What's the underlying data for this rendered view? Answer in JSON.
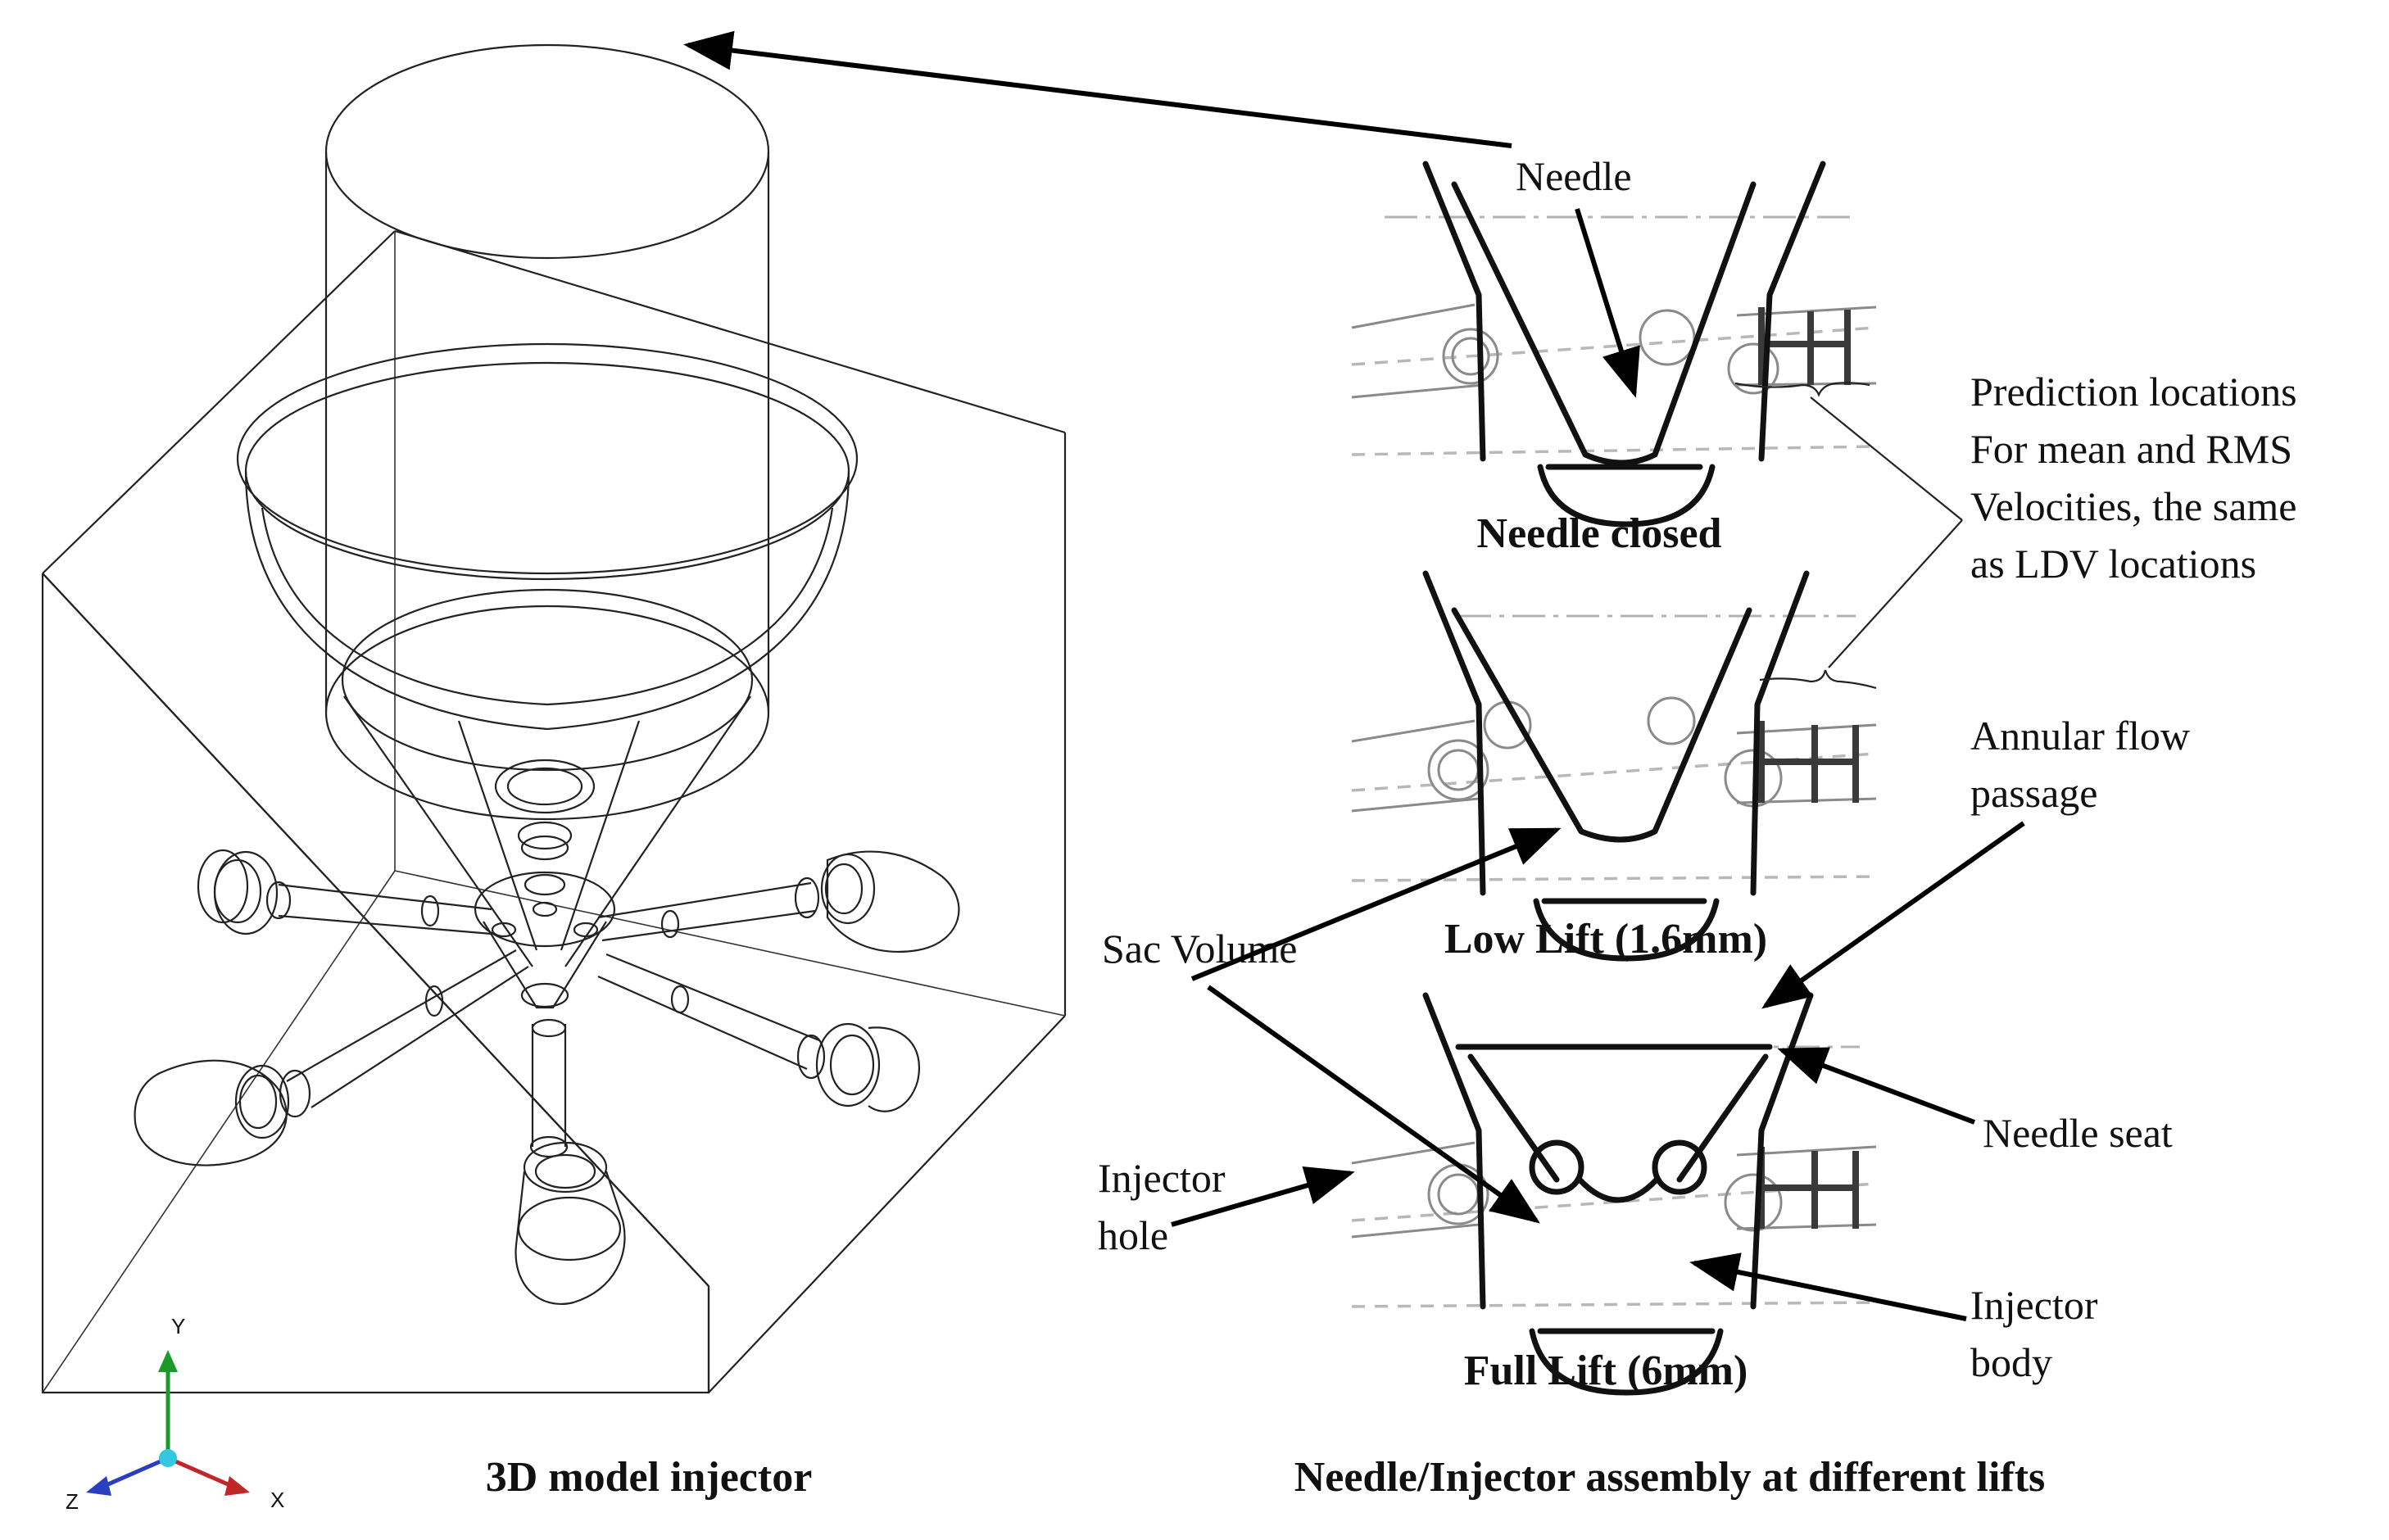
{
  "labels": {
    "needle": "Needle",
    "prediction": [
      "Prediction locations",
      "For mean and RMS",
      "Velocities, the same",
      "as LDV locations"
    ],
    "annular": [
      "Annular flow",
      "passage"
    ],
    "sac_volume": "Sac Volume",
    "needle_seat": "Needle seat",
    "injector_hole": [
      "Injector",
      "hole"
    ],
    "injector_body": [
      "Injector",
      "body"
    ]
  },
  "captions": {
    "closed": "Needle closed",
    "low": "Low Lift (1.6mm)",
    "full": "Full Lift (6mm)",
    "left_panel": "3D model injector",
    "right_panel": "Needle/Injector assembly at different lifts"
  },
  "axes": {
    "y": "Y",
    "x": "X",
    "z": "Z"
  },
  "colors": {
    "y_axis": "#1a9a2a",
    "x_axis": "#c0262a",
    "z_axis": "#2a3fbf",
    "origin": "#33c8e0"
  }
}
